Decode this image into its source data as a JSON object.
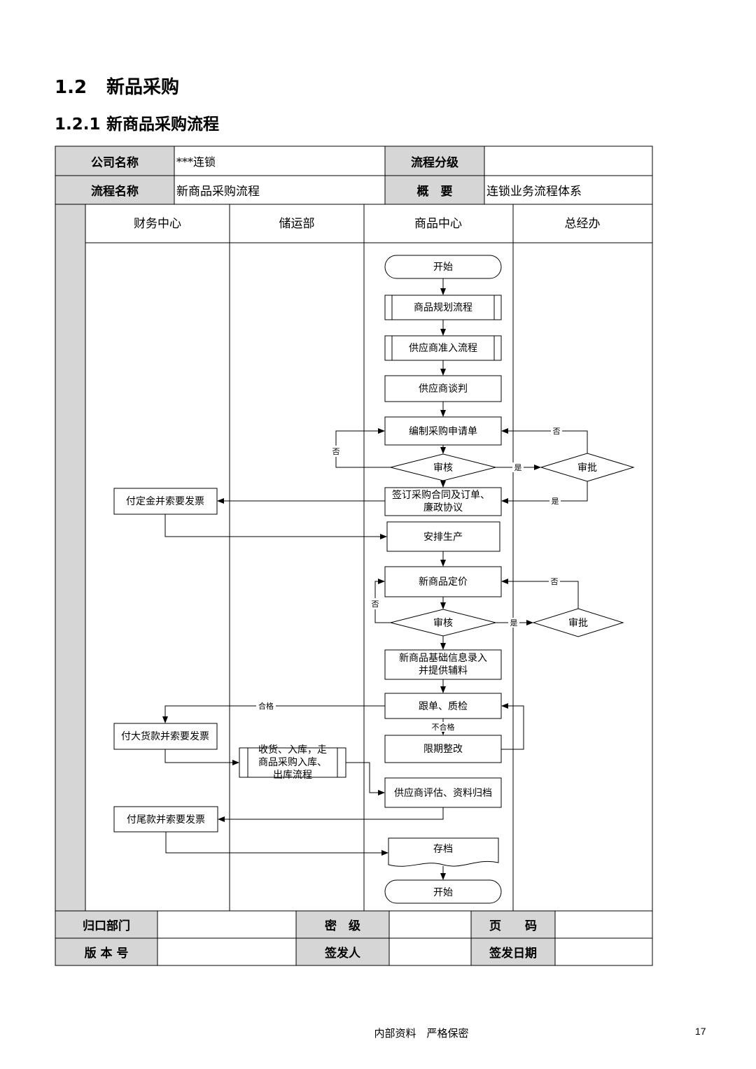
{
  "heading1": {
    "number": "1.2",
    "title": "新品采购"
  },
  "heading2": {
    "number": "1.2.1",
    "title": "新商品采购流程"
  },
  "header": {
    "company_label": "公司名称",
    "company_value": "***连锁",
    "level_label": "流程分级",
    "level_value": "",
    "process_label": "流程名称",
    "process_value": "新商品采购流程",
    "summary_label": "概　要",
    "summary_value": "连锁业务流程体系"
  },
  "lanes": [
    "财务中心",
    "储运部",
    "商品中心",
    "总经办"
  ],
  "nodes": {
    "start": "开始",
    "plan": "商品规划流程",
    "supplier_entry": "供应商准入流程",
    "negotiate": "供应商谈判",
    "compile": "编制采购申请单",
    "review1": "审核",
    "approve1": "审批",
    "contract_l1": "签订采购合同及订单、",
    "contract_l2": "廉政协议",
    "deposit": "付定金并索要发票",
    "produce": "安排生产",
    "pricing": "新商品定价",
    "review2": "审核",
    "approve2": "审批",
    "baseinfo_l1": "新商品基础信息录入",
    "baseinfo_l2": "并提供辅料",
    "qc": "跟单、质检",
    "rectify": "限期整改",
    "bigpay": "付大货款并索要发票",
    "receive_l1": "收货、入库，走",
    "receive_l2": "商品采购入库、",
    "receive_l3": "出库流程",
    "evaluate": "供应商评估、资料归档",
    "finalpay": "付尾款并索要发票",
    "archive": "存档",
    "end": "开始"
  },
  "edge_labels": {
    "no": "否",
    "yes": "是",
    "pass": "合格",
    "fail": "不合格"
  },
  "footer_table": {
    "dept_label": "归口部门",
    "secret_label": "密　级",
    "page_label": "页　　码",
    "version_label": "版 本 号",
    "issuer_label": "签发人",
    "date_label": "签发日期"
  },
  "footer": {
    "text": "内部资料　严格保密",
    "page": "17"
  }
}
